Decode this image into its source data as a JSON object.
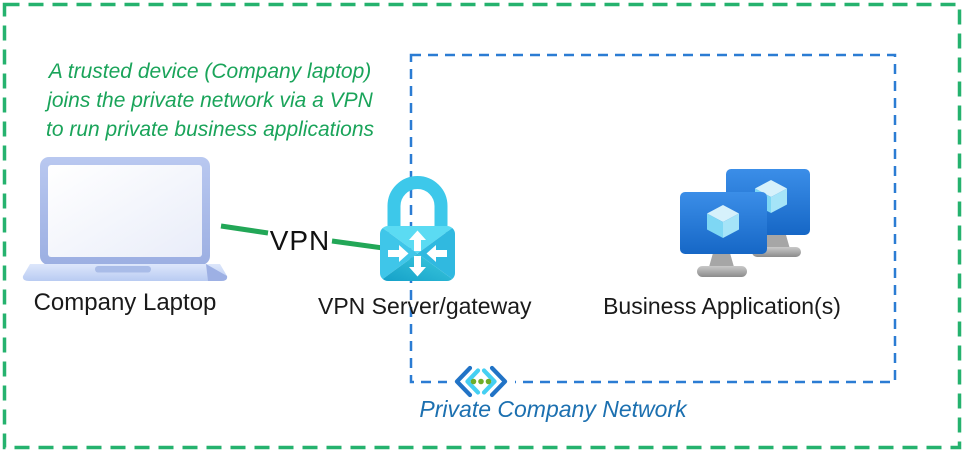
{
  "colors": {
    "outer_border": "#25B26E",
    "annotation_text": "#1AA45A",
    "vpn_line": "#22A757",
    "network_boundary": "#2B7CD3",
    "network_label": "#1C70B0",
    "node_label": "#1A1A1A",
    "lock_cyan": "#3DC8EA",
    "monitor_blue": "#2F86E0"
  },
  "annotation": {
    "lines": {
      "0": "A trusted device (Company laptop)",
      "1": "joins the private network via a VPN",
      "2": "to run private business applications"
    }
  },
  "nodes": {
    "laptop": {
      "label": "Company Laptop",
      "icon": "laptop-icon"
    },
    "vpn_gateway": {
      "label": "VPN Server/gateway",
      "icon": "vpn-lock-icon"
    },
    "business_apps": {
      "label": "Business Application(s)",
      "icon": "business-apps-icon"
    }
  },
  "link": {
    "label": "VPN"
  },
  "network_boundary": {
    "label": "Private Company Network",
    "icon": "virtual-network-icon"
  }
}
